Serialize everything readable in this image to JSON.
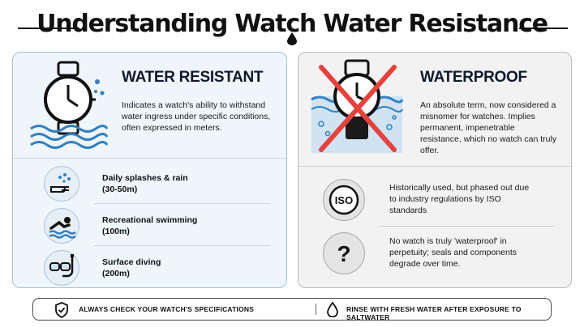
{
  "title": "Understanding Watch Water Resistance",
  "water_resistant": {
    "heading": "WATER RESISTANT",
    "description": "Indicates a watch's ability to withstand water ingress under specific conditions, often expressed in meters.",
    "items": [
      {
        "label": "Daily splashes & rain",
        "depth": "(30-50m)",
        "icon": "hand-splash-icon"
      },
      {
        "label": "Recreational swimming",
        "depth": "(100m)",
        "icon": "swimmer-icon"
      },
      {
        "label": "Surface diving",
        "depth": "(200m)",
        "icon": "snorkel-mask-icon"
      }
    ]
  },
  "waterproof": {
    "heading": "WATERPROOF",
    "description": "An absolute term, now considered a misnomer for watches. Implies permanent, impenetrable resistance, which no watch can truly offer.",
    "items": [
      {
        "text": "Historically used, but phased out due to industry regulations by ISO standards",
        "icon": "iso-badge-icon",
        "badge": "ISO"
      },
      {
        "text": "No watch is truly 'waterproof' in perpetuity; seals and components degrade over time.",
        "icon": "question-mark-icon",
        "badge": "?"
      }
    ]
  },
  "footer": {
    "left": "ALWAYS CHECK YOUR WATCH'S SPECIFICATIONS",
    "right": "RINSE WITH FRESH WATER AFTER EXPOSURE TO SALTWATER"
  },
  "colors": {
    "resistant_bg": "#eef5fb",
    "resistant_border": "#9ec2e0",
    "water_blue": "#2f7fc1",
    "cross_red": "#e8413c",
    "waterproof_bg": "#f2f2f2"
  }
}
